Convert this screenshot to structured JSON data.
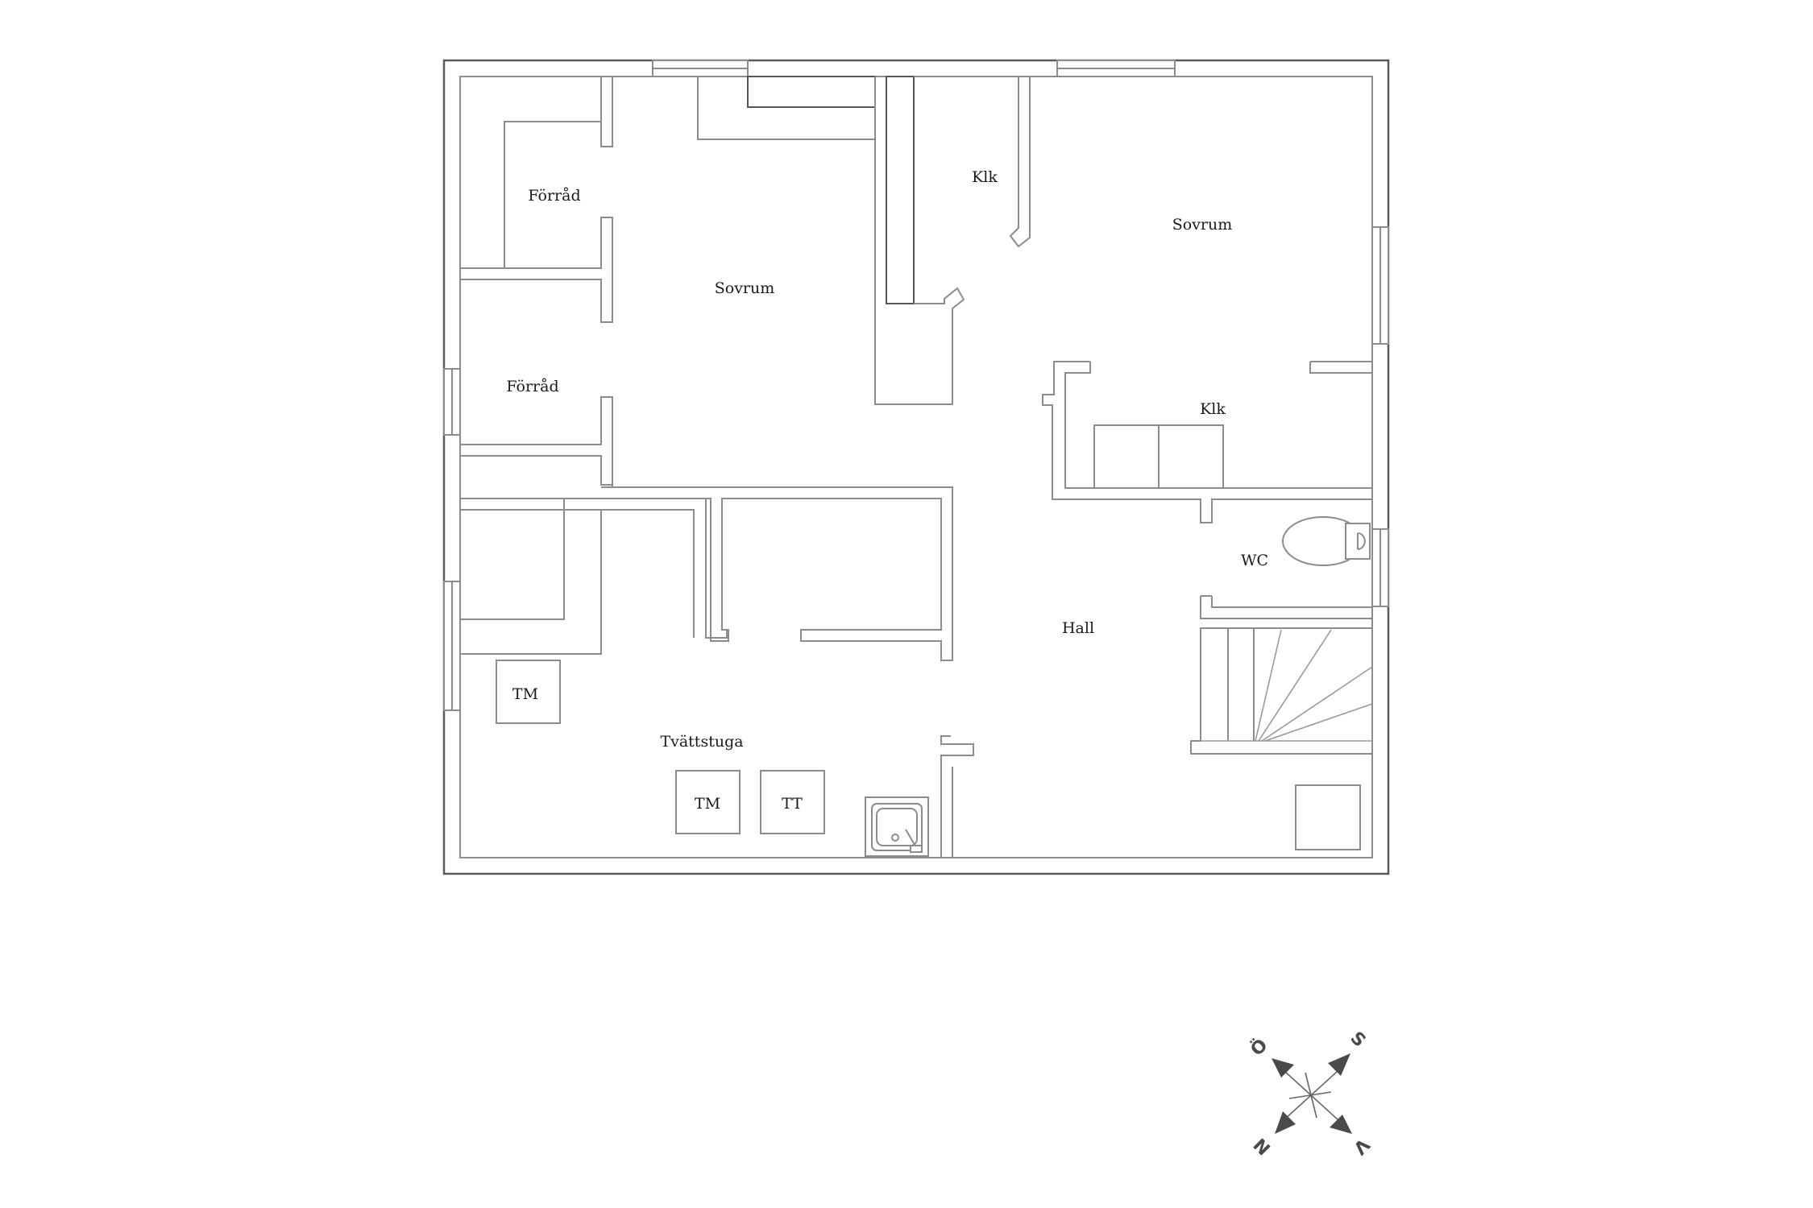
{
  "rooms": {
    "forrad_top": "Förråd",
    "forrad_mid": "Förråd",
    "sovrum_left": "Sovrum",
    "klk_top": "Klk",
    "sovrum_right": "Sovrum",
    "klk_right": "Klk",
    "wc": "WC",
    "hall": "Hall",
    "tvattstuga": "Tvättstuga"
  },
  "fixtures": {
    "tm_left": "TM",
    "tm_bottom": "TM",
    "tt_bottom": "TT"
  },
  "compass": {
    "north": "N",
    "south": "S",
    "east": "Ö",
    "west": "V"
  },
  "colors": {
    "wall": "#8c8c8c",
    "outer_wall": "#5a5a5a",
    "text": "#1a1a1a",
    "compass": "#4a4a4a"
  }
}
